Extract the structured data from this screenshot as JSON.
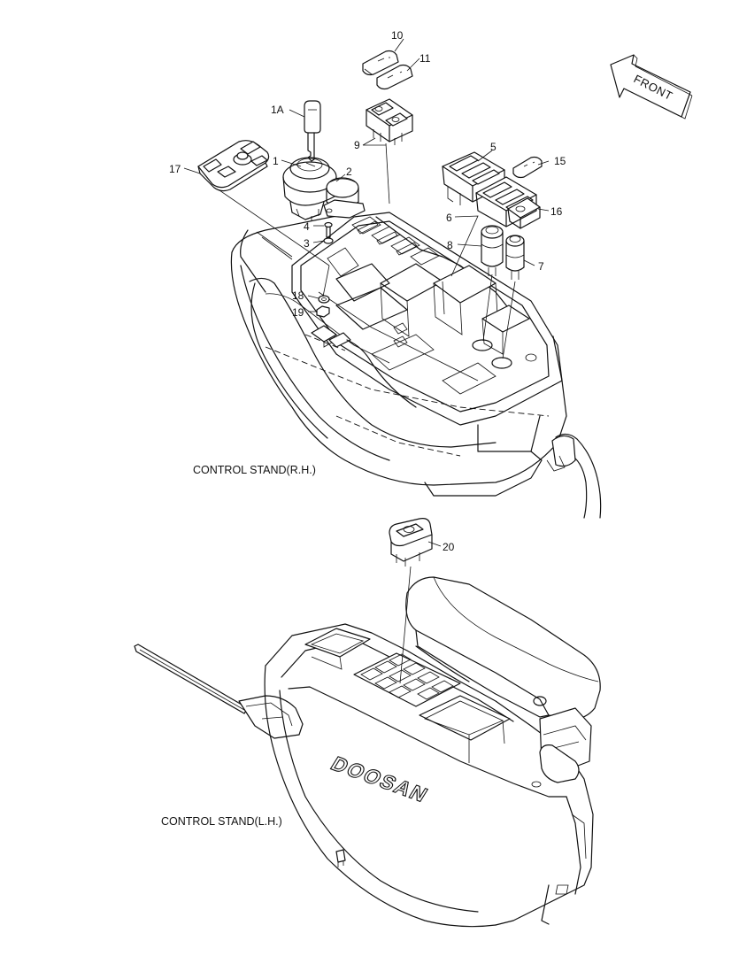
{
  "front_arrow": {
    "label": "FRONT"
  },
  "captions": {
    "rh": "CONTROL STAND(R.H.)",
    "lh": "CONTROL STAND(L.H.)"
  },
  "brand": {
    "logo_text": "DOOSAN"
  },
  "callouts": {
    "p1": "1",
    "p1a": "1A",
    "p2": "2",
    "p3": "3",
    "p4": "4",
    "p5": "5",
    "p6": "6",
    "p7": "7",
    "p8": "8",
    "p9": "9",
    "p10": "10",
    "p11": "11",
    "p15": "15",
    "p16": "16",
    "p17": "17",
    "p18": "18",
    "p19": "19",
    "p20": "20"
  }
}
